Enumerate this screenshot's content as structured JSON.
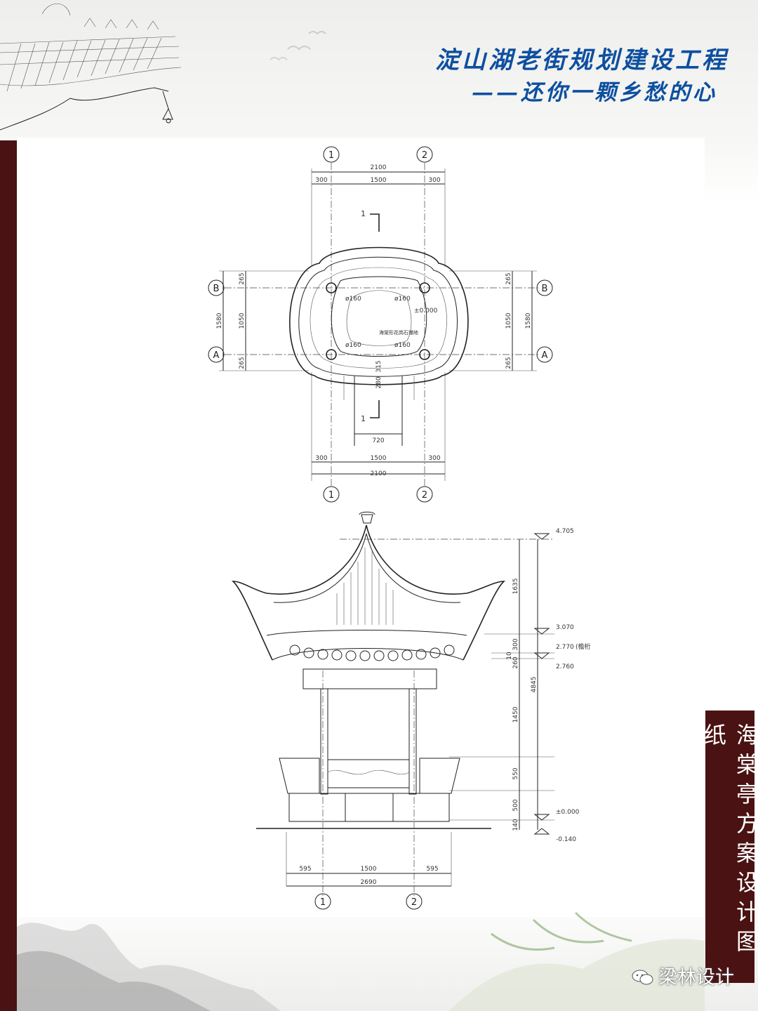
{
  "header": {
    "title": "淀山湖老街规划建设工程",
    "subtitle": "——还你一颗乡愁的心"
  },
  "side_title": "海棠亭方案设计图纸",
  "watermark": "梁林设计",
  "colors": {
    "accent": "#4a1212",
    "title_blue": "#0d4fa0",
    "line": "#222222"
  },
  "plan": {
    "axis_1": "1",
    "axis_2": "2",
    "axis_a": "A",
    "axis_b": "B",
    "dim_total": "2100",
    "dim_side": "300",
    "dim_mid": "1500",
    "dim_depth": "1580",
    "dim_inner": "1050",
    "dim_edge": "265",
    "col_dia": "ø160",
    "level": "±0.000",
    "floor_note": "海棠形花岗石铺地",
    "dim_315": "315",
    "dim_280": "280",
    "dim_720": "720",
    "section_mark": "1"
  },
  "elevation": {
    "lvl_top": "4.705",
    "lvl_eave": "3.070",
    "lvl_beam": "2.770",
    "lvl_beam_note": "(檐桁",
    "lvl_lintel": "2.760",
    "lvl_floor": "±0.000",
    "lvl_ground": "-0.140",
    "dim_1635": "1635",
    "dim_300": "300",
    "dim_10": "10",
    "dim_260": "260",
    "dim_1450": "1450",
    "dim_550": "550",
    "dim_500": "500",
    "dim_140": "140",
    "dim_4845": "4845",
    "dim_595": "595",
    "dim_1500": "1500",
    "dim_2690": "2690",
    "axis_1": "1",
    "axis_2": "2"
  }
}
